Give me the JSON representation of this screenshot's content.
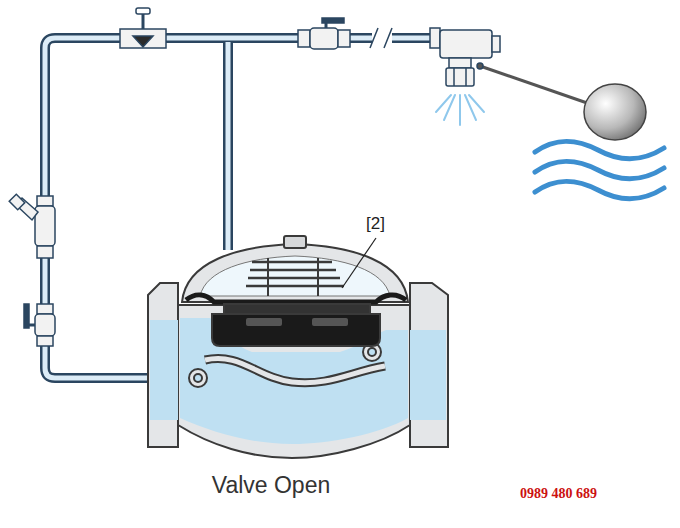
{
  "diagram": {
    "caption": "Valve Open",
    "labels": [
      "[2]",
      "0989 480 689"
    ]
  }
}
